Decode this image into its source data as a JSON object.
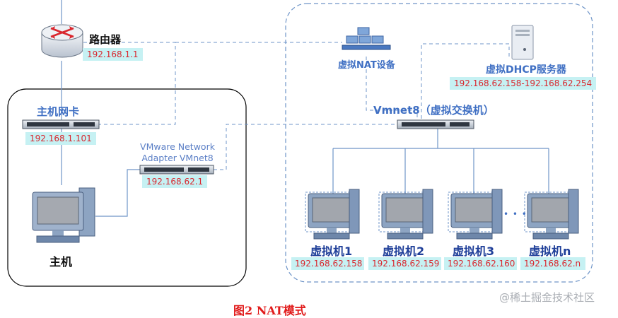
{
  "router": {
    "label": "路由器",
    "ip": "192.168.1.1"
  },
  "nat_device": {
    "label": "虚拟NAT设备"
  },
  "dhcp_server": {
    "label": "虚拟DHCP服务器",
    "ip_range": "192.168.62.158-192.168.62.254"
  },
  "vmnet8": {
    "label": "Vmnet8（虚拟交换机）"
  },
  "host_nic": {
    "label": "主机网卡",
    "ip": "192.168.1.101"
  },
  "adapter": {
    "line1": "VMware Network",
    "line2": "Adapter VMnet8",
    "ip": "192.168.62.1"
  },
  "host": {
    "label": "主机"
  },
  "vms": [
    {
      "label": "虚拟机1",
      "ip": "192.168.62.158"
    },
    {
      "label": "虚拟机2",
      "ip": "192.168.62.159"
    },
    {
      "label": "虚拟机3",
      "ip": "192.168.62.160"
    },
    {
      "label": "虚拟机n",
      "ip": "192.168.62.n"
    }
  ],
  "ellipsis": "• • •",
  "caption": "图2  NAT模式",
  "watermark": "@稀土掘金技术社区",
  "colors": {
    "ip_bg": "#c6f1f3",
    "ip_text": "#d9272e",
    "line": "#6f95c8",
    "caption": "#e11b1b"
  }
}
